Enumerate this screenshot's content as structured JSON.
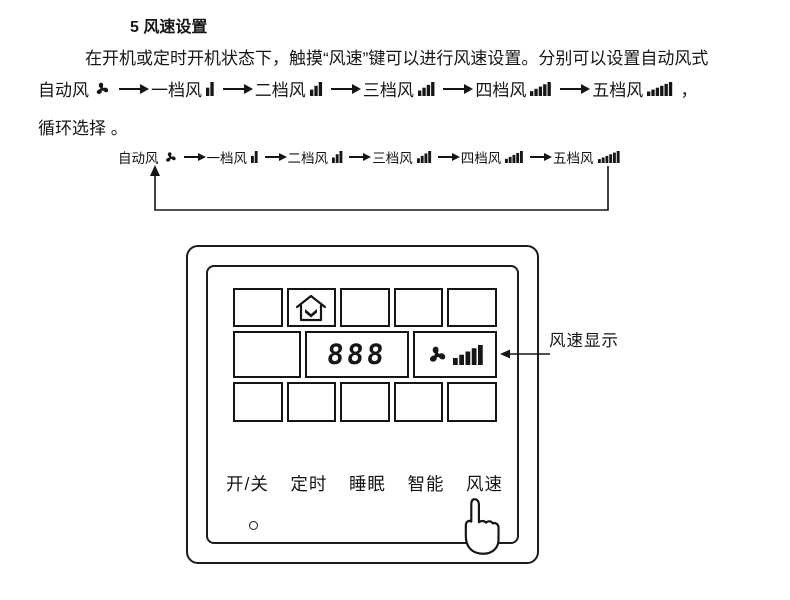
{
  "doc": {
    "heading": "5 风速设置",
    "line1": "在开机或定时开机状态下，触摸“风速”键可以进行风速设置。分别可以设置自动风式",
    "comma": "，",
    "line3": "循环选择 。"
  },
  "speeds": {
    "items": [
      {
        "label": "自动风",
        "icon": "fan"
      },
      {
        "label": "一档风",
        "icon": "bars-level-1"
      },
      {
        "label": "二档风",
        "icon": "bars-level-2"
      },
      {
        "label": "三档风",
        "icon": "bars-level-3"
      },
      {
        "label": "四档风",
        "icon": "bars-level-4"
      },
      {
        "label": "五档风",
        "icon": "bars-level-5"
      }
    ]
  },
  "panel": {
    "display": {
      "digits": "888"
    },
    "callout_label": "风速显示",
    "buttons": [
      {
        "label": "开/关"
      },
      {
        "label": "定时"
      },
      {
        "label": "睡眠"
      },
      {
        "label": "智能"
      },
      {
        "label": "风速"
      }
    ]
  }
}
